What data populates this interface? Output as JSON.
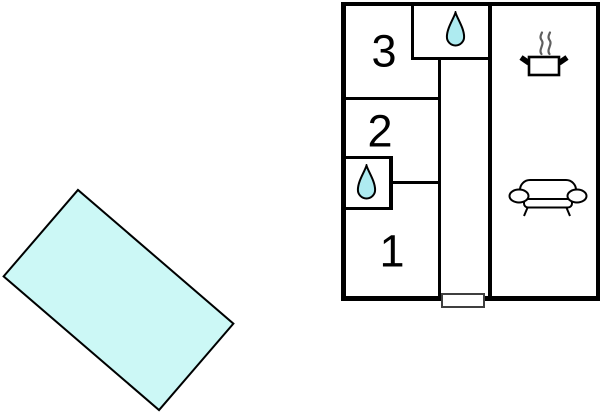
{
  "colors": {
    "wall": "#000000",
    "pool_fill": "#ccf8f6",
    "drop_fill": "#aeebf0",
    "door_border": "#3f3f3f",
    "steam": "#5f5f5f",
    "background": "#ffffff"
  },
  "floorplan": {
    "rooms": [
      {
        "label": "3"
      },
      {
        "label": "2"
      },
      {
        "label": "1"
      }
    ],
    "icons": [
      {
        "name": "water-drop-icon",
        "area": "wc"
      },
      {
        "name": "water-drop-icon",
        "area": "bathroom"
      },
      {
        "name": "cooking-pot-icon",
        "area": "kitchen"
      },
      {
        "name": "sofa-icon",
        "area": "living-room"
      }
    ]
  }
}
